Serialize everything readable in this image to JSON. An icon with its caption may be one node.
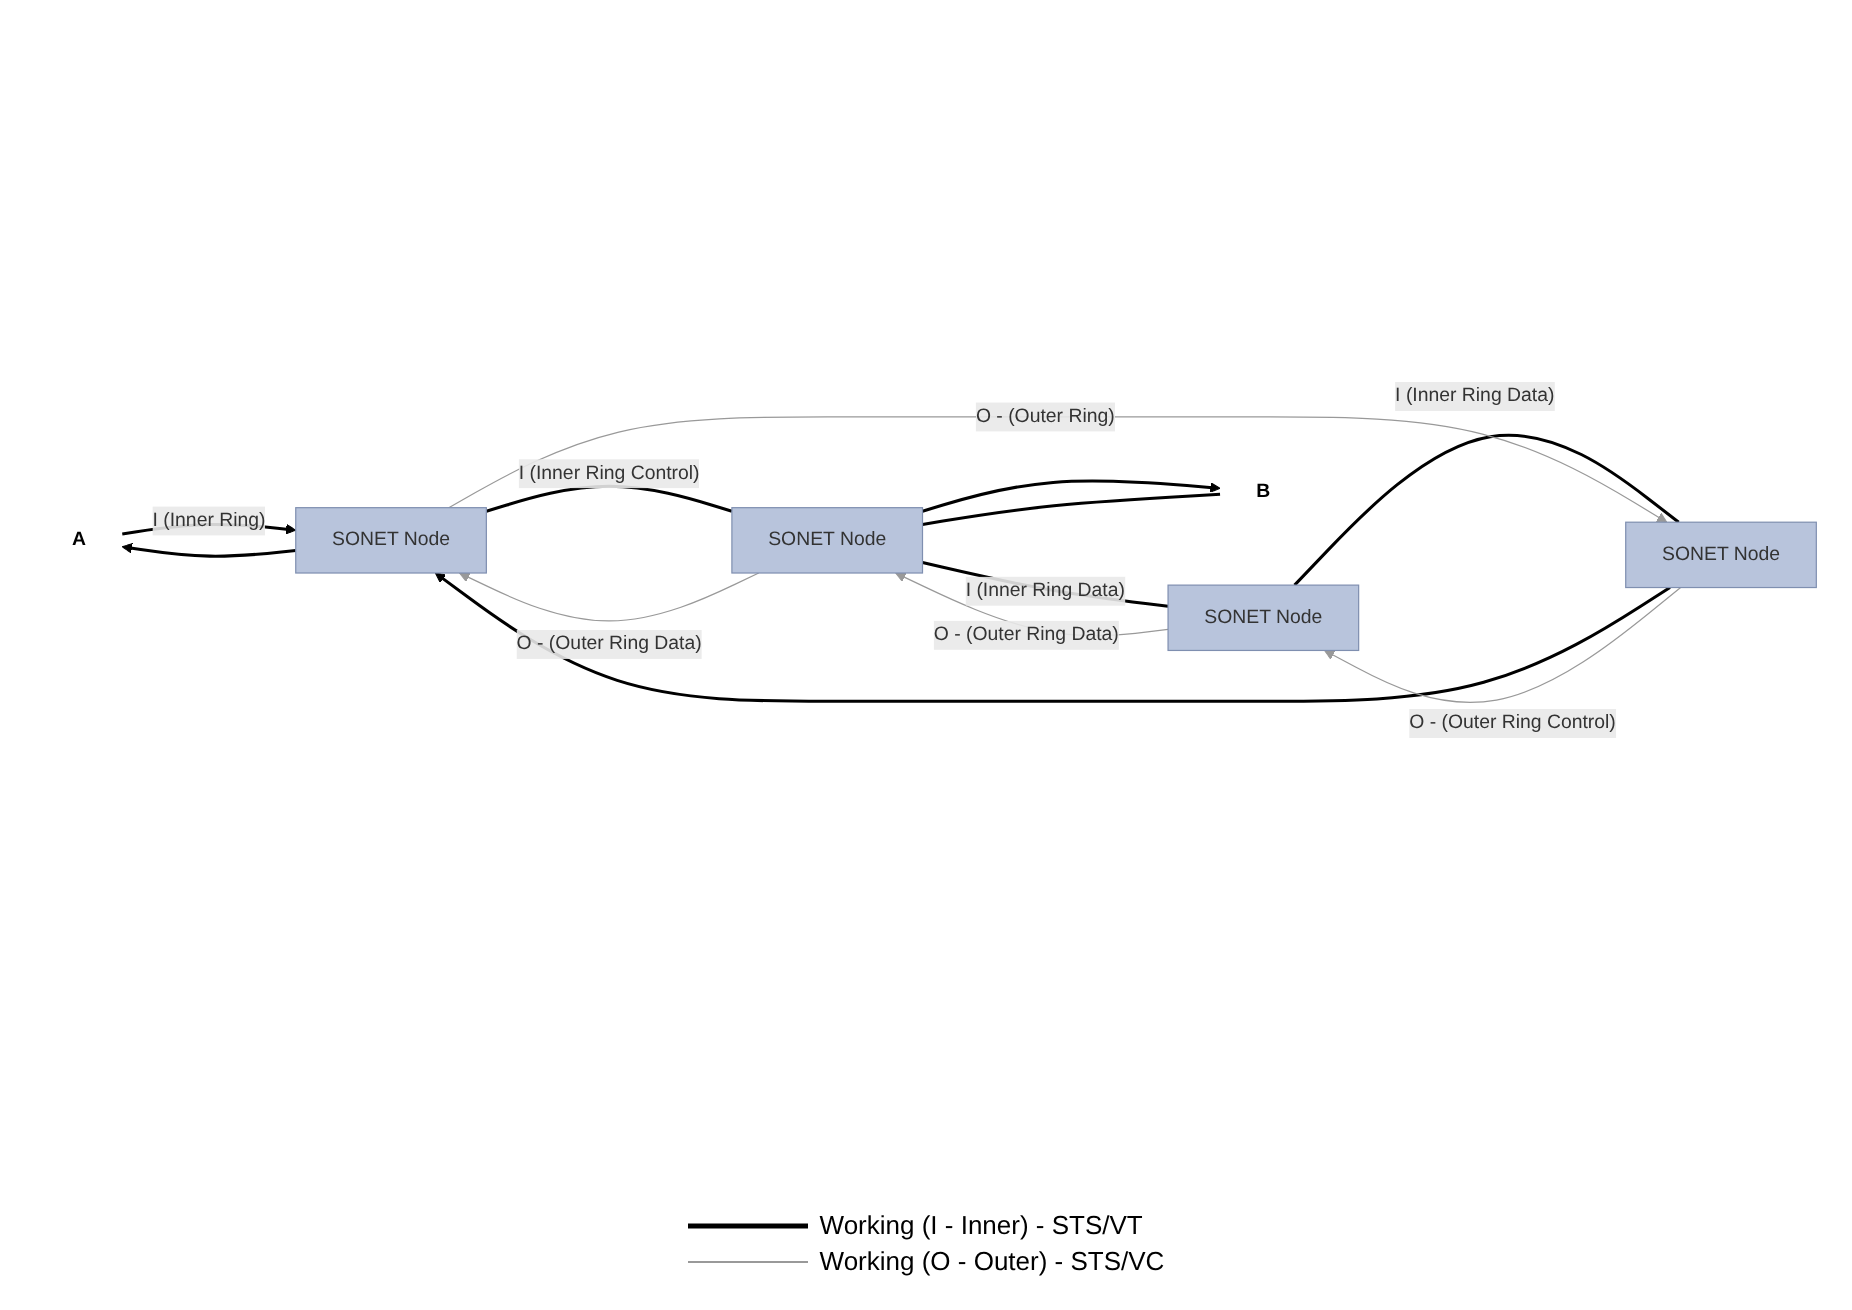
{
  "diagram": {
    "nodes": [
      {
        "text": [
          "A"
        ]
      },
      {
        "text": [
          "SONET Node"
        ]
      },
      {
        "text": [
          "SONET Node"
        ]
      },
      {
        "text": [
          "SONET Node"
        ]
      },
      {
        "text": [
          "SONET Node"
        ]
      },
      {
        "text": [
          "B"
        ]
      }
    ],
    "edges": [
      {
        "from": 0,
        "to": 1,
        "arrow": "to",
        "label": "I (Inner Ring)"
      },
      {
        "from": 1,
        "to": 0,
        "arrow": "to"
      },
      {
        "from": 1,
        "to": 3,
        "arrow": "none",
        "label": "I (Inner Ring Control)"
      },
      {
        "from": 3,
        "to": 5,
        "arrow": "to"
      },
      {
        "from": 5,
        "to": 3,
        "arrow": "none"
      },
      {
        "from": 3,
        "to": 4,
        "arrow": "none",
        "label": "I (Inner Ring Data)"
      },
      {
        "from": 4,
        "to": 2,
        "arrow": "none",
        "label": "I (Inner Ring Data)"
      },
      {
        "from": 2,
        "to": 1,
        "arrow": "to"
      },
      {
        "from": 1,
        "to": 2,
        "arrow": "to",
        "label": "O - (Outer Ring)",
        "color": "#999999"
      },
      {
        "from": 3,
        "to": 1,
        "arrow": "to",
        "label": "O - (Outer Ring Data)",
        "color": "#999999"
      },
      {
        "from": 2,
        "to": 4,
        "arrow": "to",
        "label": "O - (Outer Ring Control)",
        "color": "#999999"
      },
      {
        "from": 4,
        "to": 3,
        "arrow": "to",
        "label": "O - (Outer Ring Data)",
        "color": "#999999"
      }
    ],
    "legend": [
      {
        "text": "Working (I - Inner) - STS/VT"
      },
      {
        "text": "Working (O - Outer) - STS/VC"
      }
    ]
  }
}
